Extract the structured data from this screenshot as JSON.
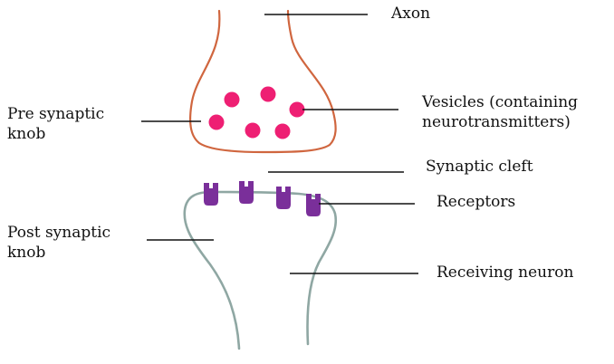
{
  "labels": {
    "axon": "Axon",
    "pre_synaptic_line1": "Pre synaptic",
    "pre_synaptic_line2": "knob",
    "vesicles_line1": "Vesicles (containing",
    "vesicles_line2": "neurotransmitters)",
    "synaptic_cleft": "Synaptic cleft",
    "receptors": "Receptors",
    "post_synaptic_line1": "Post synaptic",
    "post_synaptic_line2": "knob",
    "receiving_neuron": "Receiving neuron"
  },
  "colors": {
    "presynaptic_outline": "#d0663f",
    "vesicle": "#ee1f73",
    "receptor": "#7a2f9a",
    "postsynaptic_outline": "#8fa7a3",
    "leader_line": "#111111"
  },
  "counts": {
    "vesicles": 6,
    "receptors": 4
  }
}
